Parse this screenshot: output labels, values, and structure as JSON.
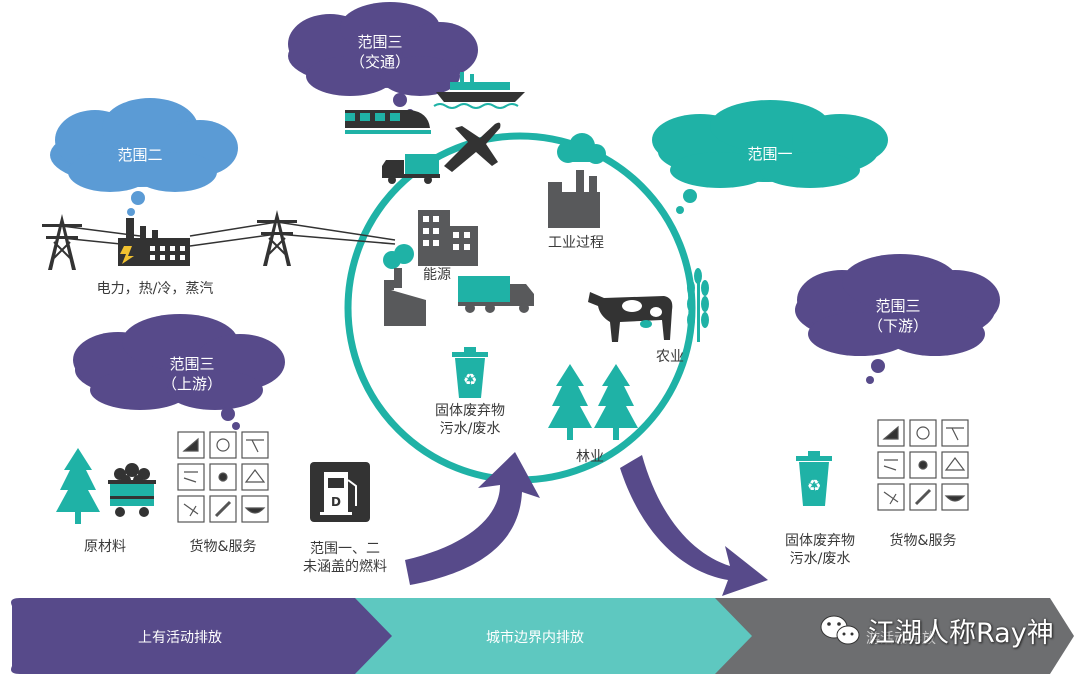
{
  "clouds": {
    "scope2": "范围二",
    "scope3_transport": [
      "范围三",
      "（交通）"
    ],
    "scope1": "范围一",
    "scope3_upstream": [
      "范围三",
      "（上游）"
    ],
    "scope3_downstream": [
      "范围三",
      "（下游）"
    ]
  },
  "labels": {
    "electricity": "电力，热/冷，蒸汽",
    "energy": "能源",
    "industrial_process": "工业过程",
    "agriculture": "农业",
    "solid_waste": [
      "固体废弃物",
      "污水/废水"
    ],
    "forestry": "林业",
    "raw_materials": "原材料",
    "goods_services_up": "货物&服务",
    "fuel_note": [
      "范围一、二",
      "未涵盖的燃料"
    ],
    "solid_waste_down": [
      "固体废弃物",
      "污水/废水"
    ],
    "goods_services_down": "货物&服务"
  },
  "bands": {
    "upstream": "上有活动排放",
    "in_boundary": "城市边界内排放",
    "downstream": "游活动排放"
  },
  "watermark": "江湖人称Ray神",
  "colors": {
    "teal": "#1fb2a6",
    "purple": "#5b4e93",
    "blue_cloud": "#5b9bd5",
    "dark_gray": "#58595b",
    "band_gray": "#6d6e70"
  }
}
